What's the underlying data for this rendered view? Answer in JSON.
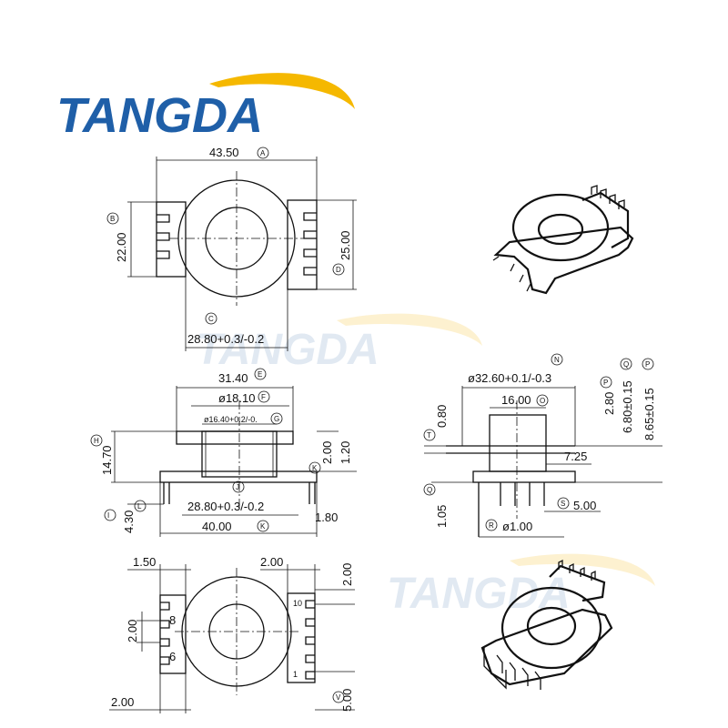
{
  "brand": {
    "name": "TANGDA",
    "color": "#1f5fa8",
    "swoosh_color": "#f5b800"
  },
  "watermark": {
    "text": "TANGDA"
  },
  "top_view": {
    "width": "43.50",
    "width_tag": "A",
    "left_height": "22.00",
    "left_tag": "B",
    "right_height": "25.00",
    "right_tag": "D",
    "base": "28.80+0.3/-0.2",
    "base_tag": "C"
  },
  "front_view": {
    "flange": "31.40",
    "flange_tag": "E",
    "inner_dia": "ø18.10",
    "inner_tag": "F",
    "core_dia": "ø16.40+0.2/-0.",
    "core_tag": "G",
    "height": "14.70",
    "height_tag": "H",
    "flange_h": "2.00",
    "top_gap": "1.20",
    "top_tag": "K",
    "base": "28.80+0.3/-0.2",
    "base_tag": "J",
    "pin_len": "4.30",
    "pin_tag": "I",
    "pin_off": "1.80",
    "overall": "40.00",
    "overall_tag": "K",
    "left_tag": "L"
  },
  "side_view": {
    "outer_dia": "ø32.60+0.1/-0.3",
    "outer_tag": "N",
    "inner": "16.00",
    "inner_tag": "O",
    "h1": "2.80",
    "h1_tag": "P",
    "h2": "6.80±0.15",
    "h2_tag": "Q",
    "h3": "8.65±0.15",
    "h3_tag": "P",
    "gap": "0.80",
    "gap_tag": "T",
    "offset": "7.25",
    "pin_h": "1.05",
    "pin_tag": "Q",
    "pitch": "5.00",
    "pitch_tag": "S",
    "pin_dia": "ø1.00",
    "pin_dia_tag": "R"
  },
  "bottom_view": {
    "left_margin": "1.50",
    "top_pitch": "2.00",
    "right_gap": "2.00",
    "left_pitch": "2.00",
    "bottom": "2.00",
    "right_bottom": "5.00",
    "right_tag": "V",
    "pin_8": "8",
    "pin_6": "6",
    "pin_10": "10",
    "pin_1": "1"
  }
}
